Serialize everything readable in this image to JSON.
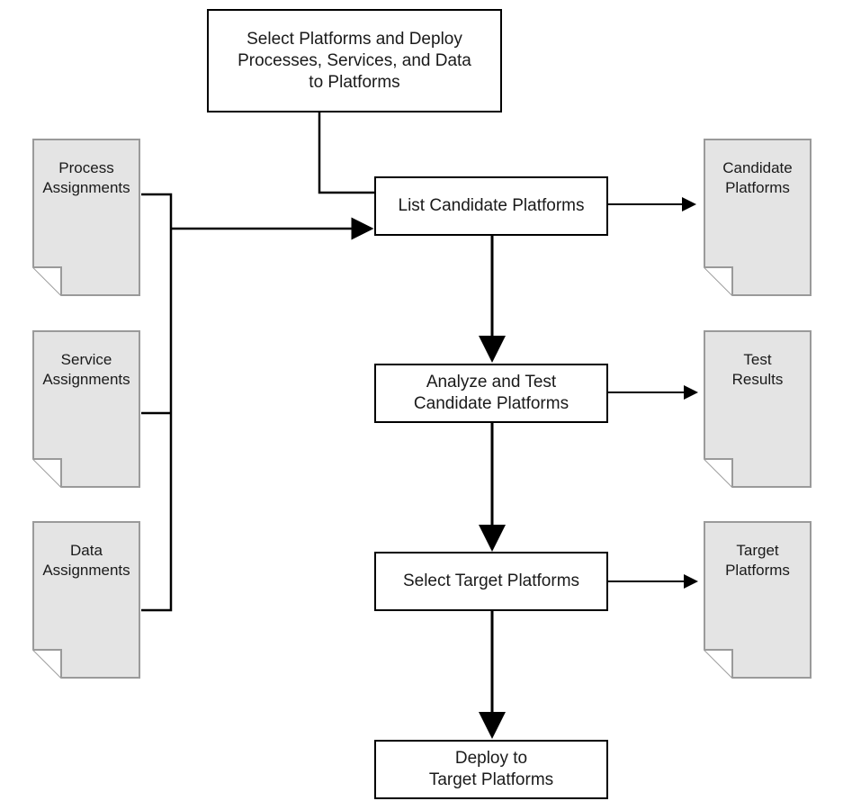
{
  "colors": {
    "line": "#000000",
    "doc_fill": "#e4e4e4",
    "doc_border": "#9a9a9a",
    "box_fill": "#ffffff"
  },
  "boxes": {
    "select_deploy": "Select Platforms and Deploy\nProcesses, Services, and Data\nto Platforms",
    "list_candidate": "List Candidate Platforms",
    "analyze_test": "Analyze and Test\nCandidate Platforms",
    "select_target": "Select Target Platforms",
    "deploy": "Deploy to\nTarget Platforms"
  },
  "inputs": {
    "process": "Process\nAssignments",
    "service": "Service\nAssignments",
    "data": "Data\nAssignments"
  },
  "outputs": {
    "candidate": "Candidate\nPlatforms",
    "test_results": "Test\nResults",
    "target": "Target\nPlatforms"
  }
}
